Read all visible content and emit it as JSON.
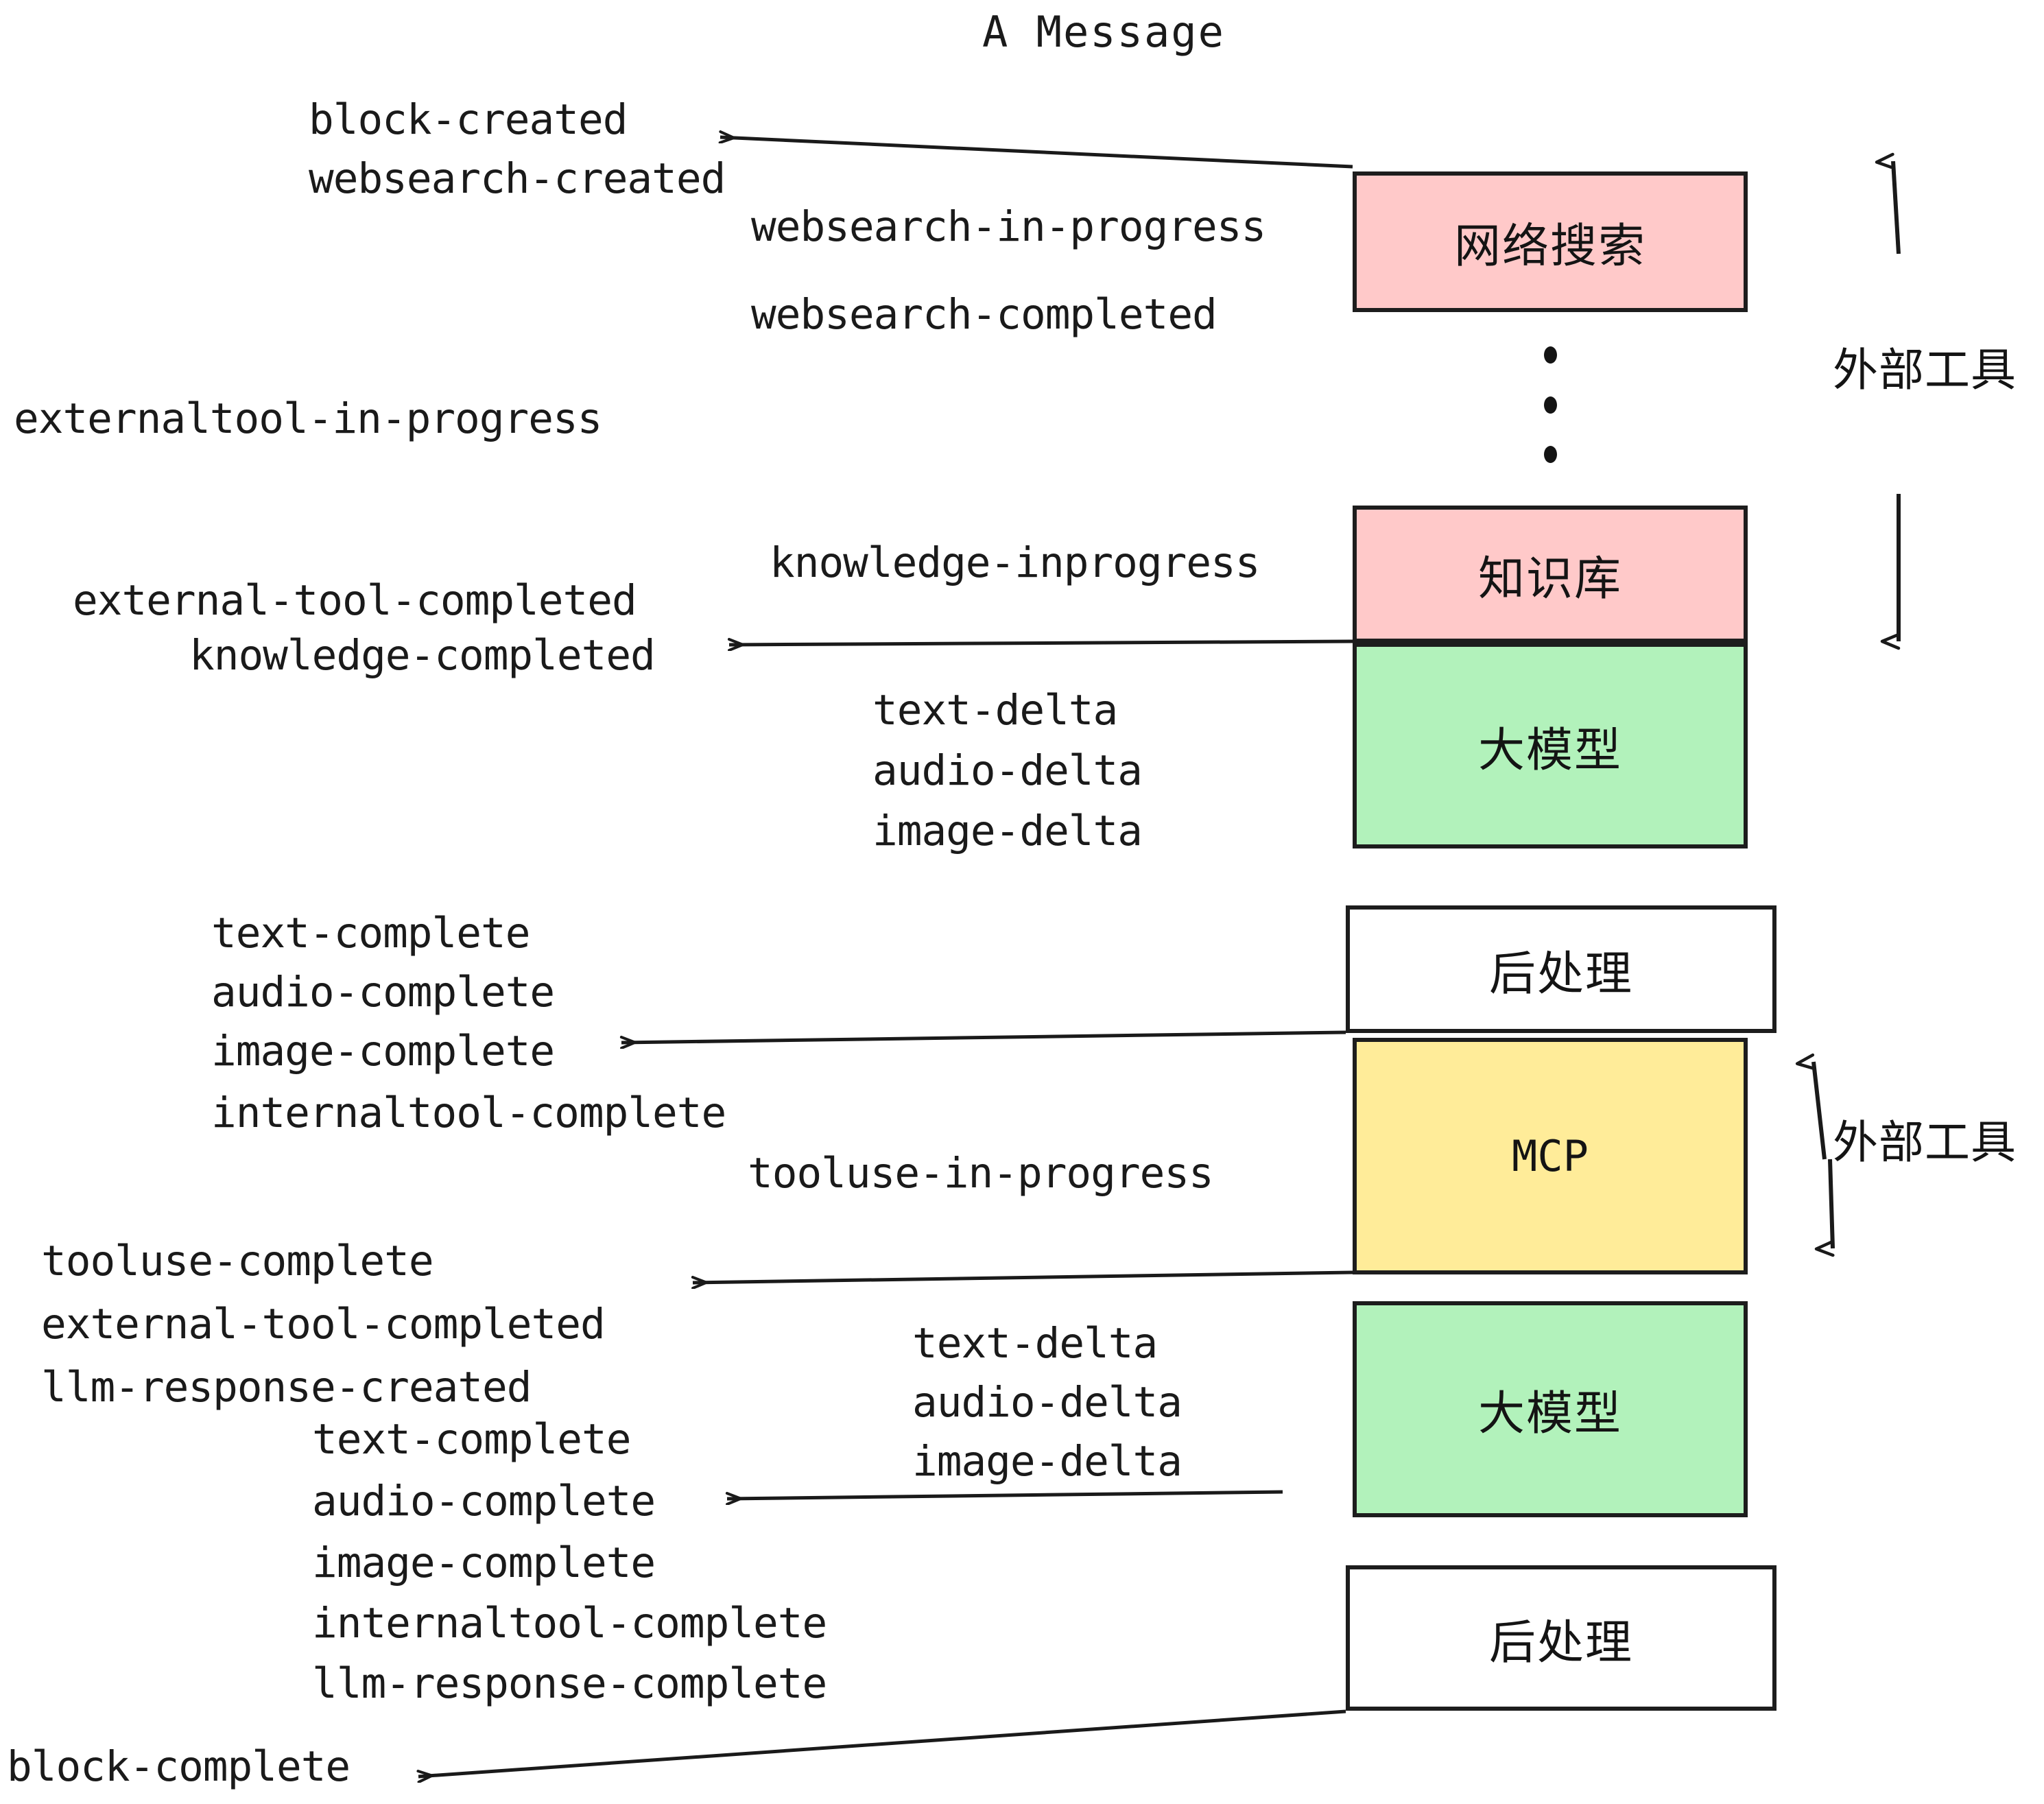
{
  "diagram": {
    "title": "A Message",
    "colors": {
      "pink": "#ffc9c9",
      "green": "#b2f2bb",
      "yellow": "#ffec99",
      "white": "#ffffff",
      "stroke": "#1d1d1d",
      "text": "#1a1a1a",
      "background": "#ffffff"
    },
    "nodes": [
      {
        "id": "websearch",
        "label": "网络搜索",
        "fill": "#ffc9c9"
      },
      {
        "id": "knowledge",
        "label": "知识库",
        "fill": "#ffc9c9"
      },
      {
        "id": "llm1",
        "label": "大模型",
        "fill": "#b2f2bb"
      },
      {
        "id": "post1",
        "label": "后处理",
        "fill": "#ffffff"
      },
      {
        "id": "mcp",
        "label": "MCP",
        "fill": "#ffec99"
      },
      {
        "id": "llm2",
        "label": "大模型",
        "fill": "#b2f2bb"
      },
      {
        "id": "post2",
        "label": "后处理",
        "fill": "#ffffff"
      }
    ],
    "side_labels": [
      {
        "id": "external-tools-top",
        "label": "外部工具"
      },
      {
        "id": "external-tools-bottom",
        "label": "外部工具"
      }
    ],
    "events": [
      {
        "id": "block-created",
        "label": "block-created"
      },
      {
        "id": "websearch-created",
        "label": "websearch-created"
      },
      {
        "id": "websearch-in-progress",
        "label": "websearch-in-progress"
      },
      {
        "id": "websearch-completed",
        "label": "websearch-completed"
      },
      {
        "id": "externaltool-in-progress",
        "label": "externaltool-in-progress"
      },
      {
        "id": "knowledge-inprogress",
        "label": "knowledge-inprogress"
      },
      {
        "id": "external-tool-completed-1",
        "label": "external-tool-completed"
      },
      {
        "id": "knowledge-completed",
        "label": "knowledge-completed"
      },
      {
        "id": "text-delta-1",
        "label": "text-delta"
      },
      {
        "id": "audio-delta-1",
        "label": "audio-delta"
      },
      {
        "id": "image-delta-1",
        "label": "image-delta"
      },
      {
        "id": "text-complete-1",
        "label": "text-complete"
      },
      {
        "id": "audio-complete-1",
        "label": "audio-complete"
      },
      {
        "id": "image-complete-1",
        "label": "image-complete"
      },
      {
        "id": "internaltool-complete-1",
        "label": "internaltool-complete"
      },
      {
        "id": "tooluse-in-progress",
        "label": "tooluse-in-progress"
      },
      {
        "id": "tooluse-complete",
        "label": "tooluse-complete"
      },
      {
        "id": "external-tool-completed-2",
        "label": "external-tool-completed"
      },
      {
        "id": "llm-response-created",
        "label": "llm-response-created"
      },
      {
        "id": "text-delta-2",
        "label": "text-delta"
      },
      {
        "id": "audio-delta-2",
        "label": "audio-delta"
      },
      {
        "id": "image-delta-2",
        "label": "image-delta"
      },
      {
        "id": "text-complete-2",
        "label": "text-complete"
      },
      {
        "id": "audio-complete-2",
        "label": "audio-complete"
      },
      {
        "id": "image-complete-2",
        "label": "image-complete"
      },
      {
        "id": "internaltool-complete-2",
        "label": "internaltool-complete"
      },
      {
        "id": "llm-response-complete",
        "label": "llm-response-complete"
      },
      {
        "id": "block-complete",
        "label": "block-complete"
      }
    ]
  }
}
